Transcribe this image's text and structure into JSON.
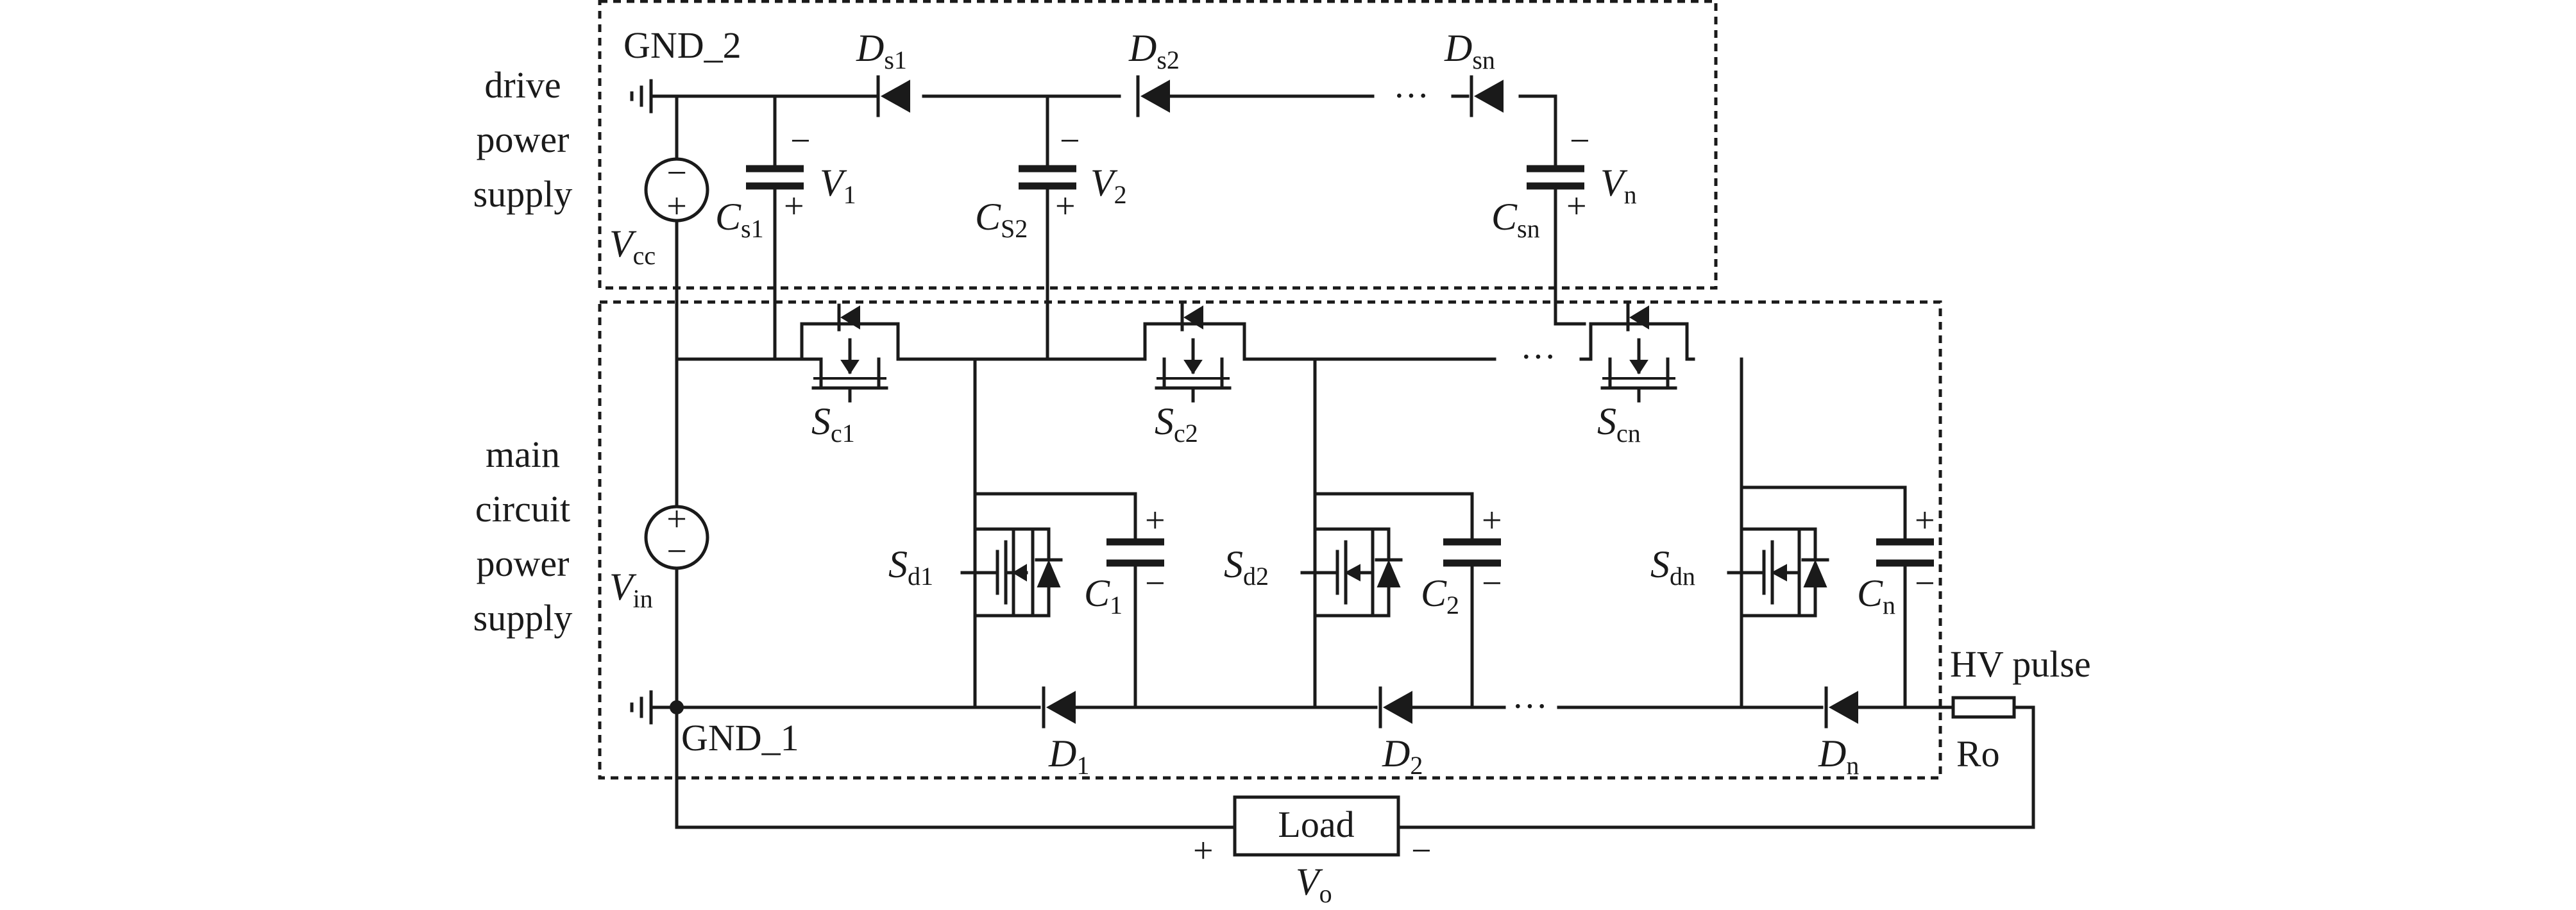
{
  "sections": {
    "drive": [
      "drive",
      "power",
      "supply"
    ],
    "main": [
      "main",
      "circuit",
      "power",
      "supply"
    ]
  },
  "grounds": {
    "gnd2": "GND_2",
    "gnd1": "GND_1"
  },
  "sources": {
    "vcc": {
      "label": "V",
      "sub": "cc"
    },
    "vin": {
      "label": "V",
      "sub": "in"
    }
  },
  "signs": {
    "plus": "+",
    "minus": "−"
  },
  "ellipsis": "···",
  "drive_diodes": [
    {
      "label": "D",
      "sub": "s1"
    },
    {
      "label": "D",
      "sub": "s2"
    },
    {
      "label": "D",
      "sub": "sn"
    }
  ],
  "drive_caps": [
    {
      "label": "C",
      "sub": "s1",
      "v": "V",
      "vsub": "1"
    },
    {
      "label": "C",
      "sub": "S2",
      "v": "V",
      "vsub": "2"
    },
    {
      "label": "C",
      "sub": "sn",
      "v": "V",
      "vsub": "n"
    }
  ],
  "charge_switches": [
    {
      "label": "S",
      "sub": "c1"
    },
    {
      "label": "S",
      "sub": "c2"
    },
    {
      "label": "S",
      "sub": "cn"
    }
  ],
  "discharge_switches": [
    {
      "label": "S",
      "sub": "d1"
    },
    {
      "label": "S",
      "sub": "d2"
    },
    {
      "label": "S",
      "sub": "dn"
    }
  ],
  "stage_caps": [
    {
      "label": "C",
      "sub": "1"
    },
    {
      "label": "C",
      "sub": "2"
    },
    {
      "label": "C",
      "sub": "n"
    }
  ],
  "bottom_diodes": [
    {
      "label": "D",
      "sub": "1"
    },
    {
      "label": "D",
      "sub": "2"
    },
    {
      "label": "D",
      "sub": "n"
    }
  ],
  "output": {
    "hv_label": "HV pulse",
    "resistor_label": "Ro",
    "load_label": "Load",
    "vo": {
      "label": "V",
      "sub": "o"
    }
  }
}
